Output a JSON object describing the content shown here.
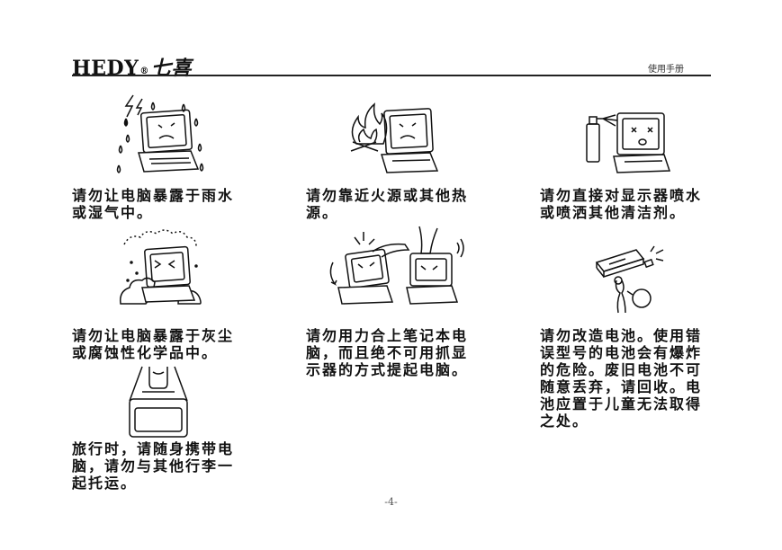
{
  "header": {
    "logo_text": "HEDY",
    "logo_reg": "®",
    "logo_cn": "七喜",
    "manual_label": "使用手册"
  },
  "items": [
    {
      "caption": "请勿让电脑暴露于雨水\n或湿气中。",
      "icon": "laptop-rain-icon"
    },
    {
      "caption": "请勿靠近火源或其他热\n源。",
      "icon": "laptop-fire-icon"
    },
    {
      "caption": "请勿直接对显示器喷水\n或喷洒其他清洁剂。",
      "icon": "laptop-spray-icon"
    },
    {
      "caption": "请勿让电脑暴露于灰尘\n或腐蚀性化学品中。",
      "icon": "laptop-dust-icon"
    },
    {
      "caption": "请勿用力合上笔记本电\n脑，而且绝不可用抓显\n示器的方式提起电脑。",
      "icon": "laptop-force-icon"
    },
    {
      "caption": "请勿改造电池。使用错\n误型号的电池会有爆炸\n的危险。废旧电池不可\n随意丢弃，请回收。电\n池应置于儿童无法取得\n之处。",
      "icon": "battery-hazard-icon"
    },
    {
      "caption": "旅行时，请随身携带电\n脑，请勿与其他行李一\n起托运。",
      "icon": "laptop-bag-icon"
    }
  ],
  "footer": {
    "page_number": "-4-"
  }
}
